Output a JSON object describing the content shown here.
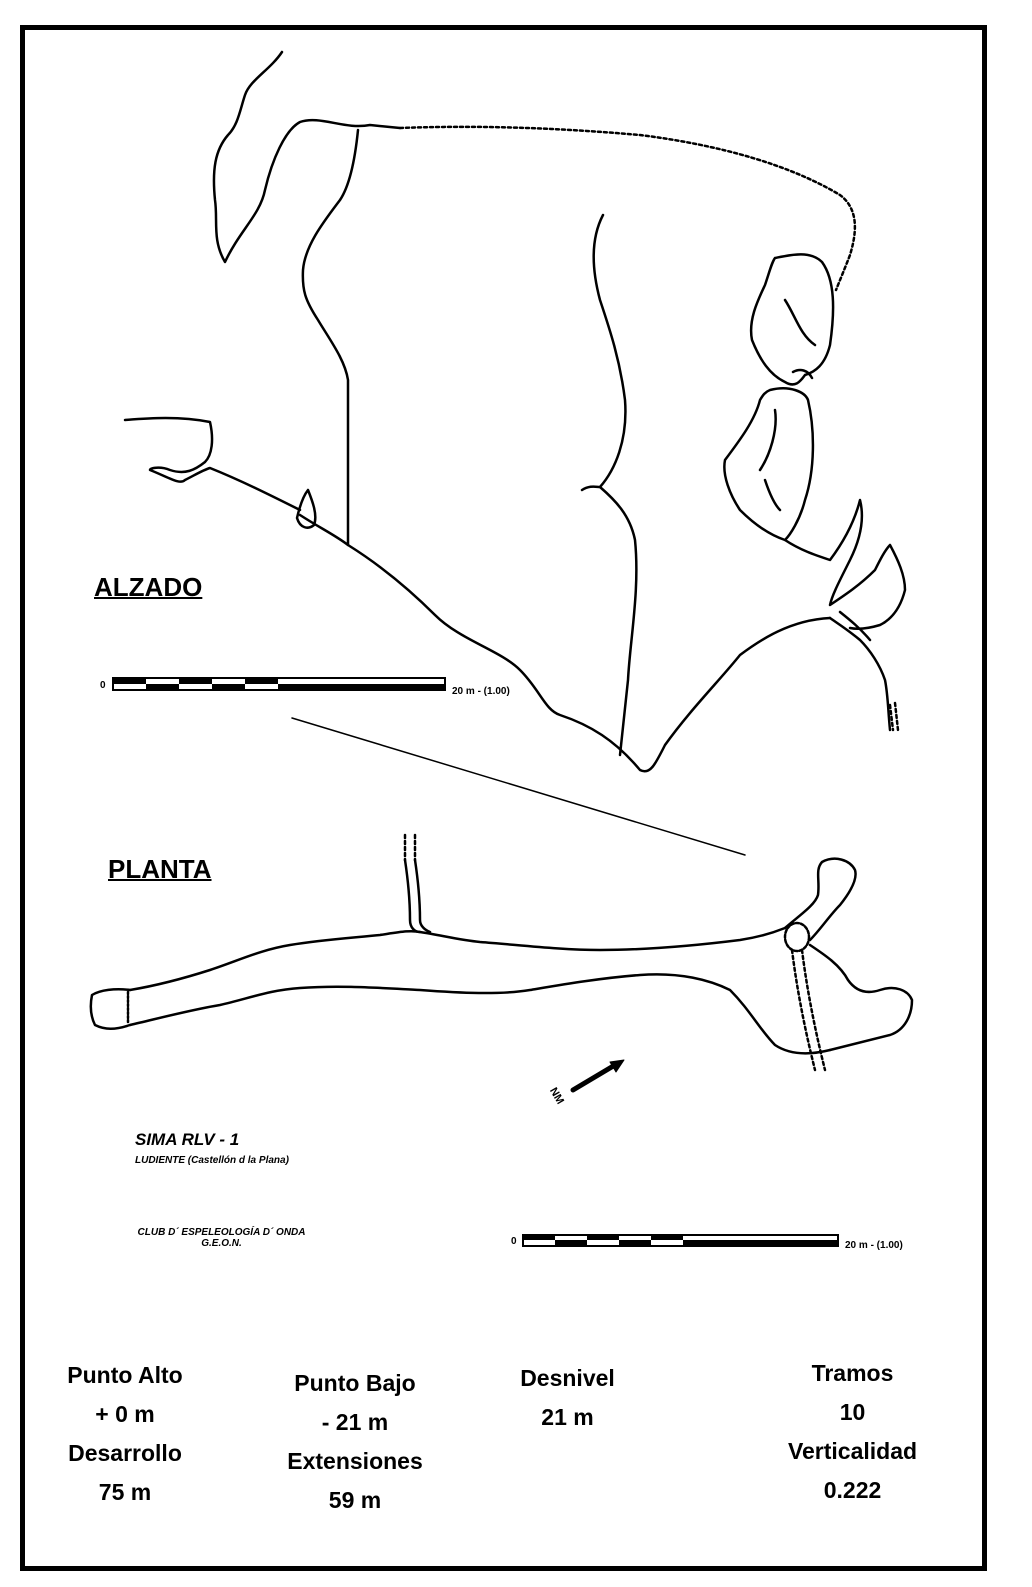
{
  "sections": {
    "elevation": "ALZADO",
    "plan": "PLANTA"
  },
  "scale_top": {
    "start": "0",
    "end": "20 m - (1.00)"
  },
  "scale_bottom": {
    "start": "0",
    "end": "20 m - (1.00)"
  },
  "north": "NM",
  "cave": {
    "name": "SIMA RLV - 1",
    "location": "LUDIENTE (Castellón d la Plana)",
    "club": "CLUB D´ ESPELEOLOGÍA D´ ONDA",
    "club_abbr": "G.E.O.N."
  },
  "stats": {
    "alto_label": "Punto Alto",
    "alto_value": "+ 0 m",
    "desarrollo_label": "Desarrollo",
    "desarrollo_value": "75 m",
    "bajo_label": "Punto Bajo",
    "bajo_value": "- 21 m",
    "extensiones_label": "Extensiones",
    "extensiones_value": "59 m",
    "desnivel_label": "Desnivel",
    "desnivel_value": "21 m",
    "tramos_label": "Tramos",
    "tramos_value": "10",
    "verticalidad_label": "Verticalidad",
    "verticalidad_value": "0.222"
  }
}
